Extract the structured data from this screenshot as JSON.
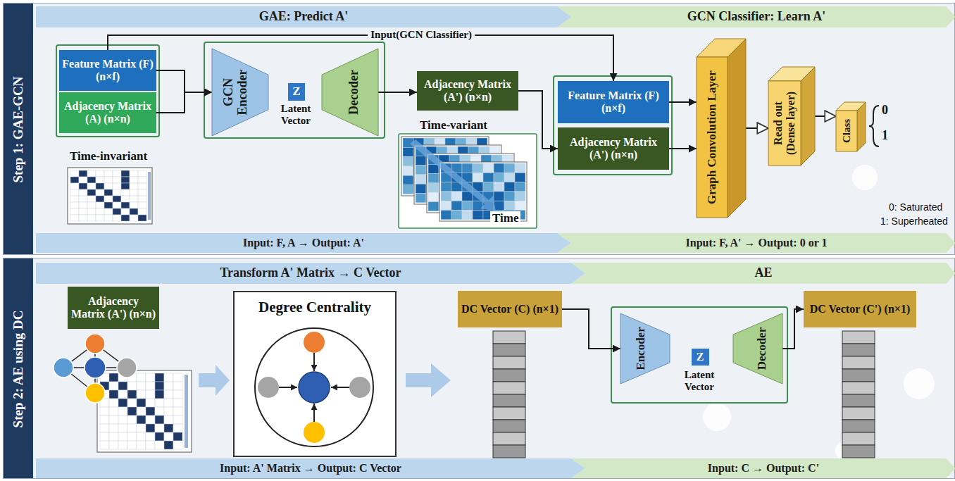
{
  "diagram": {
    "nodes": [
      {
        "text": [
          "Step 1: GAE-GCN"
        ]
      },
      {
        "text": [
          "GAE: Predict A'"
        ],
        "in": 0
      },
      {
        "text": [
          "GCN Classifier: Learn A'"
        ],
        "in": 0
      },
      {
        "text": [
          "Feature Matrix (F) (n×f)"
        ],
        "in": 0
      },
      {
        "text": [
          "Adjacency Matrix (A) (n×n)"
        ],
        "in": 0
      },
      {
        "text": [
          "GCN Encoder"
        ],
        "in": 0
      },
      {
        "text": [
          "Z"
        ],
        "in": 0
      },
      {
        "text": [
          "Decoder"
        ],
        "in": 0
      },
      {
        "text": [
          "Adjacency Matrix (A') (n×n)"
        ],
        "in": 0
      },
      {
        "text": [
          "Feature Matrix (F) (n×f)"
        ],
        "in": 0
      },
      {
        "text": [
          "Adjacency Matrix (A') (n×n)"
        ],
        "in": 0
      },
      {
        "text": [
          "Graph Convolution Layer"
        ],
        "in": 0
      },
      {
        "text": [
          "Read out (Dense layer)"
        ],
        "in": 0
      },
      {
        "text": [
          "Class"
        ],
        "in": 0
      },
      {
        "text": [
          "Input: F, A → Output: A'"
        ],
        "in": 0
      },
      {
        "text": [
          "Input: F, A' → Output: 0 or 1"
        ],
        "in": 0
      },
      {
        "text": [
          "Step 2: AE using DC"
        ]
      },
      {
        "text": [
          "Transform A' Matrix → C Vector"
        ],
        "in": 16
      },
      {
        "text": [
          "AE"
        ],
        "in": 16
      },
      {
        "text": [
          "Adjacency Matrix (A') (n×n)"
        ],
        "in": 16
      },
      {
        "text": [
          "Degree Centrality"
        ],
        "in": 16
      },
      {
        "text": [
          "DC Vector (C) (n×1)"
        ],
        "in": 16
      },
      {
        "text": [
          "Encoder"
        ],
        "in": 16
      },
      {
        "text": [
          "Z"
        ],
        "in": 16
      },
      {
        "text": [
          "Decoder"
        ],
        "in": 16
      },
      {
        "text": [
          "DC Vector (C') (n×1)"
        ],
        "in": 16
      },
      {
        "text": [
          "Input: A' Matrix → Output: C Vector"
        ],
        "in": 16
      },
      {
        "text": [
          "Input: C → Output: C'"
        ],
        "in": 16
      }
    ],
    "edges": [
      {
        "from": 3,
        "to": 5,
        "arrow": "to"
      },
      {
        "from": 4,
        "to": 5,
        "arrow": "to"
      },
      {
        "from": 7,
        "to": 8,
        "arrow": "to"
      },
      {
        "from": 8,
        "to": 10,
        "arrow": "to"
      },
      {
        "from": 3,
        "to": 9,
        "label": "Input(GCN Classifier)",
        "arrow": "to"
      },
      {
        "from": 9,
        "to": 11,
        "arrow": "to"
      },
      {
        "from": 10,
        "to": 11,
        "arrow": "to"
      },
      {
        "from": 11,
        "to": 12,
        "arrow": "to"
      },
      {
        "from": 12,
        "to": 13,
        "arrow": "to"
      },
      {
        "from": 21,
        "to": 22,
        "arrow": "to"
      },
      {
        "from": 24,
        "to": 25,
        "arrow": "to"
      }
    ],
    "labels": [
      "Time-invariant",
      "Latent Vector",
      "Time-variant",
      "Time",
      "0",
      "1",
      "0: Saturated",
      "1: Superheated",
      "Latent Vector"
    ]
  }
}
